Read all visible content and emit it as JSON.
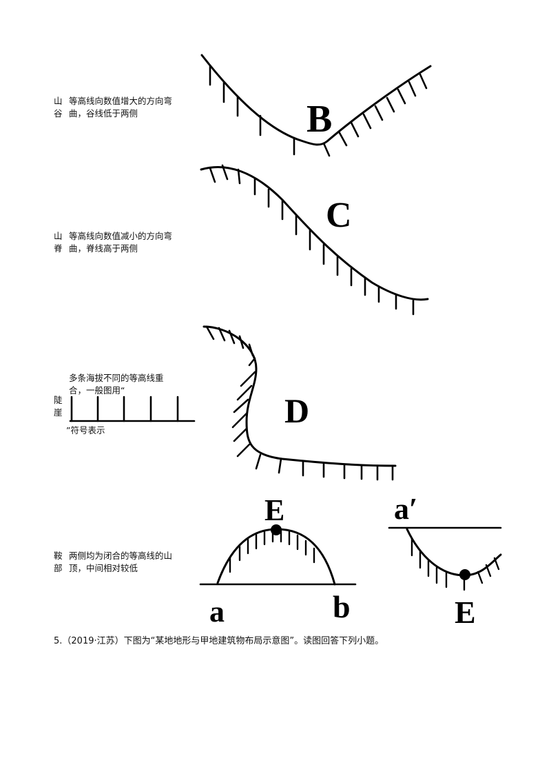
{
  "rows": {
    "valley": {
      "term_1": "山",
      "term_2": "谷",
      "desc_1": "等高线向数值增大的方向弯",
      "desc_2": "曲，谷线低于两侧"
    },
    "ridge": {
      "term_1": "山",
      "term_2": "脊",
      "desc_1": "等高线向数值减小的方向弯",
      "desc_2": "曲，脊线高于两侧"
    },
    "cliff": {
      "term_1": "陡",
      "term_2": "崖",
      "desc_1": "多条海拔不同的等高线重",
      "desc_2": "合，一般图用“",
      "desc_3": "”符号表示"
    },
    "saddle": {
      "term_1": "鞍",
      "term_2": "部",
      "desc_1": "两侧均为闭合的等高线的山",
      "desc_2": "顶，中间相对较低"
    }
  },
  "figure_labels": {
    "B": "B",
    "C": "C",
    "D": "D",
    "E_top": "E",
    "a": "a",
    "b": "b",
    "a_prime": "a′",
    "E_bottom": "E"
  },
  "question": "5.（2019·江苏）下图为“某地地形与甲地建筑物布局示意图”。读图回答下列小题。"
}
